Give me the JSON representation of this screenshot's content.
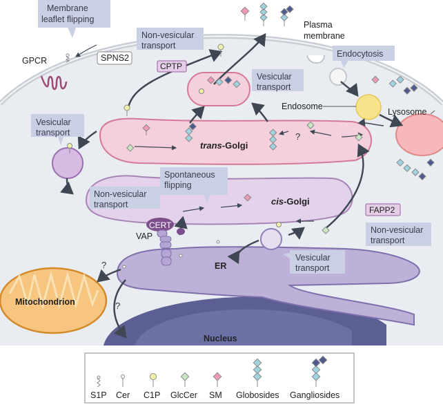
{
  "labels": {
    "membrane_flipping": [
      "Membrane",
      "leaflet flipping"
    ],
    "gpcr": "GPCR",
    "spns2": "SPNS2",
    "nonvesicular_top": [
      "Non-vesicular",
      "transport"
    ],
    "cptp": "CPTP",
    "plasma_membrane": [
      "Plasma",
      "membrane"
    ],
    "endocytosis": "Endocytosis",
    "vesicular_right": [
      "Vesicular",
      "transport"
    ],
    "endosome": "Endosome",
    "lysosome": "Lysosome",
    "vesicular_left": [
      "Vesicular",
      "transport"
    ],
    "trans_golgi_prefix": "trans",
    "trans_golgi_suffix": "-Golgi",
    "question_golgi": "?",
    "spontaneous_flipping": [
      "Spontaneous",
      "flipping"
    ],
    "nonvesicular_cert": [
      "Non-vesicular",
      "transport"
    ],
    "cis_golgi_prefix": "cis",
    "cis_golgi_suffix": "-Golgi",
    "fapp2": "FAPP2",
    "nonvesicular_fapp2": [
      "Non-vesicular",
      "transport"
    ],
    "cert": "CERT",
    "vap": "VAP",
    "er": "ER",
    "vesicular_er": [
      "Vesicular",
      "transport"
    ],
    "question_mito": "?",
    "question_nucleus": "?",
    "mitochondrion": "Mitochondrion",
    "nucleus": "Nucleus"
  },
  "legend": [
    {
      "key": "s1p",
      "label": "S1P"
    },
    {
      "key": "cer",
      "label": "Cer"
    },
    {
      "key": "c1p",
      "label": "C1P"
    },
    {
      "key": "glccer",
      "label": "GlcCer"
    },
    {
      "key": "sm",
      "label": "SM"
    },
    {
      "key": "globosides",
      "label": "Globosides"
    },
    {
      "key": "gangliosides",
      "label": "Gangliosides"
    }
  ],
  "colors": {
    "cell_bg": "#e9ecf0",
    "golgi_trans_fill": "#f4cfdc",
    "golgi_trans_stroke": "#d4799a",
    "golgi_cis_fill": "#e3d2ea",
    "golgi_cis_stroke": "#a783b6",
    "er_fill": "#bdb1d8",
    "er_stroke": "#7e6fad",
    "nucleus_fill": "#5b5f93",
    "mito_fill": "#f6c57f",
    "mito_stroke": "#d48a2b",
    "callout_fill": "#c9d0e4",
    "arrow": "#3f4754",
    "c1p_yellow": "#f3f0a8",
    "glccer_green": "#c9e7c3",
    "sm_pink": "#ef9ab5",
    "globo_blue": "#9fd3e0",
    "ganglio_navy": "#4f5b8e",
    "cptp_fill": "#e4cde6",
    "cptp_stroke": "#9b5ea3",
    "lysosome_fill": "#f6b8b8",
    "endosome_fill": "#f7e48a",
    "cert_fill": "#7d4e8c"
  }
}
